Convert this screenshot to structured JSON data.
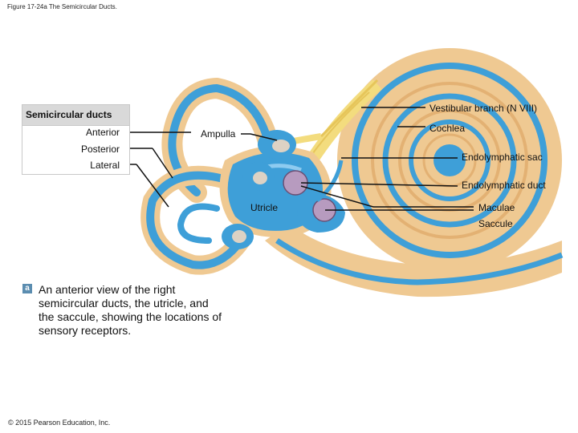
{
  "figure_title": "Figure 17-24a The Semicircular Ducts.",
  "legend": {
    "heading": "Semicircular ducts",
    "items": [
      "Anterior",
      "Posterior",
      "Lateral"
    ]
  },
  "labels": {
    "ampulla": "Ampulla",
    "utricle": "Utricle",
    "vestibular_branch": "Vestibular branch (N VIII)",
    "cochlea": "Cochlea",
    "endolymphatic_sac": "Endolymphatic sac",
    "endolymphatic_duct": "Endolymphatic duct",
    "maculae": "Maculae",
    "saccule": "Saccule"
  },
  "caption": {
    "badge": "a",
    "text": "An anterior view of the right semicircular ducts, the utricle, and the saccule, showing the locations of sensory receptors."
  },
  "copyright": "© 2015 Pearson Education, Inc.",
  "colors": {
    "bony_labyrinth": "#efc992",
    "duct": "#3e9fd8",
    "duct_light": "#8ecbf0",
    "nerve": "#f3dc7e",
    "macula": "#b79bbf"
  }
}
